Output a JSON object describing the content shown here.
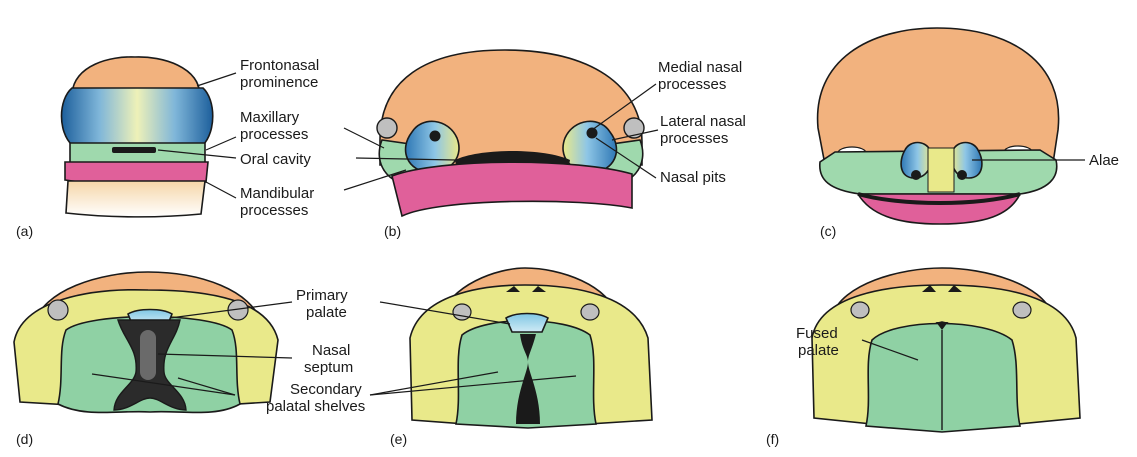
{
  "panels": [
    "(a)",
    "(b)",
    "(c)",
    "(d)",
    "(e)",
    "(f)"
  ],
  "labels": {
    "frontonasal_1": "Frontonasal",
    "frontonasal_2": "prominence",
    "maxillary_1": "Maxillary",
    "maxillary_2": "processes",
    "oral_cavity": "Oral cavity",
    "mandibular_1": "Mandibular",
    "mandibular_2": "processes",
    "medial_1": "Medial nasal",
    "medial_2": "processes",
    "lateral_1": "Lateral nasal",
    "lateral_2": "processes",
    "nasal_pits": "Nasal pits",
    "alae": "Alae",
    "primary_1": "Primary",
    "primary_2": "palate",
    "septum_1": "Nasal",
    "septum_2": "septum",
    "secondary_1": "Secondary",
    "secondary_2": "palatal shelves",
    "fused_1": "Fused",
    "fused_2": "palate"
  },
  "colors": {
    "frontonasal": "#f2b27e",
    "medial": "#e9e98a",
    "lateral": "#2f78b5",
    "maxillary": "#9fd9ad",
    "mandibular": "#e0609a",
    "palate_shelf": "#8fd1a4",
    "septum": "#3a3a3a",
    "primary_palate": "#8fcbe6",
    "outline": "#1a1a1a"
  }
}
